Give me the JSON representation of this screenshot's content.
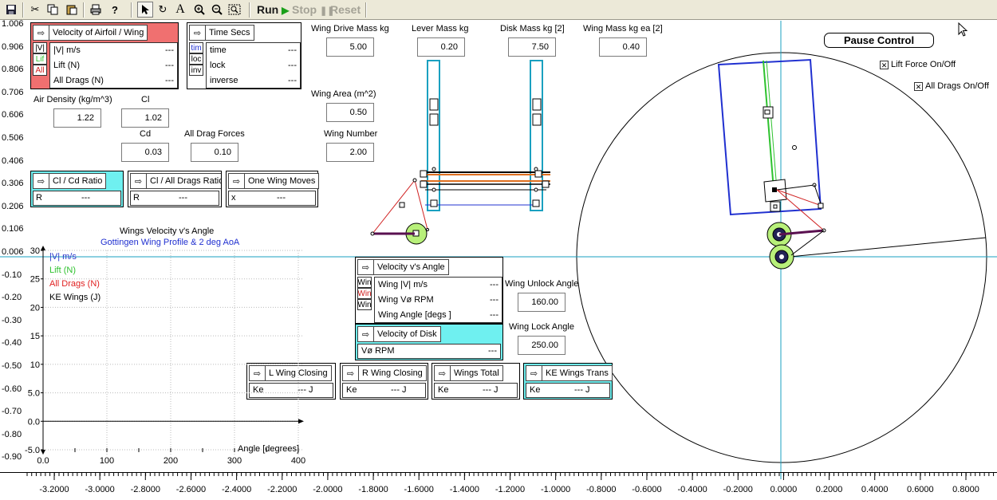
{
  "toolbar": {
    "icons": [
      "save-icon",
      "cut-icon",
      "copy-icon",
      "paste-icon",
      "print-icon",
      "help-icon",
      "pointer-icon",
      "rotate-icon",
      "text-icon",
      "zoom-in-icon",
      "zoom-out-icon",
      "zoom-fit-icon"
    ],
    "run": "Run",
    "stop": "Stop",
    "reset": "Reset"
  },
  "left_ruler": [
    "1.006",
    "0.906",
    "0.806",
    "0.706",
    "0.606",
    "0.506",
    "0.406",
    "0.306",
    "0.206",
    "0.106",
    "0.006",
    "-0.10",
    "-0.20",
    "-0.30",
    "-0.40",
    "-0.50",
    "-0.60",
    "-0.70",
    "-0.80",
    "-0.90"
  ],
  "airfoil_panel": {
    "title": "Velocity of Airfoil / Wing",
    "buttons": [
      "|V|",
      "Lif",
      "All"
    ],
    "rows": [
      {
        "label": "|V| m/s",
        "value": "---"
      },
      {
        "label": "Lift      (N)",
        "value": "---"
      },
      {
        "label": "All Drags   (N)",
        "value": "---"
      }
    ]
  },
  "time_panel": {
    "title": "Time Secs",
    "buttons": [
      "tim",
      "loc",
      "inv"
    ],
    "rows": [
      {
        "label": "time",
        "value": "---"
      },
      {
        "label": "lock",
        "value": "---"
      },
      {
        "label": "inverse",
        "value": "---"
      }
    ]
  },
  "params": {
    "air_density_label": "Air Density  (kg/m^3)",
    "air_density": "1.22",
    "cl_label": "Cl",
    "cl": "1.02",
    "cd_label": "Cd",
    "cd": "0.03",
    "all_drag_label": "All Drag Forces",
    "all_drag": "0.10",
    "wing_drive_mass_label": "Wing Drive Mass kg",
    "wing_drive_mass": "5.00",
    "lever_mass_label": "Lever Mass kg",
    "lever_mass": "0.20",
    "disk_mass_label": "Disk Mass kg [2]",
    "disk_mass": "7.50",
    "wing_mass_label": "Wing Mass kg ea [2]",
    "wing_mass": "0.40",
    "wing_area_label": "Wing Area  (m^2)",
    "wing_area": "0.50",
    "wing_number_label": "Wing Number",
    "wing_number": "2.00",
    "unlock_label": "Wing Unlock Angle",
    "unlock": "160.00",
    "lock_label": "Wing Lock Angle",
    "lock": "250.00"
  },
  "ratio_panels": [
    {
      "title": "Cl / Cd Ratio",
      "label": "R",
      "value": "---"
    },
    {
      "title": "Cl / All Drags Ratio",
      "label": "R",
      "value": "---"
    },
    {
      "title": "One Wing Moves",
      "label": "x",
      "value": "---"
    }
  ],
  "velocity_angle_panel": {
    "title": "Velocity v's Angle",
    "buttons": [
      "Win",
      "Win",
      "Win"
    ],
    "rows": [
      {
        "label": "Wing |V| m/s",
        "value": "---"
      },
      {
        "label": "Wing Vø RPM",
        "value": "---"
      },
      {
        "label": "Wing Angle [degs ]",
        "value": "---"
      }
    ]
  },
  "disk_panel": {
    "title": "Velocity of Disk",
    "row": {
      "label": "Vø RPM",
      "value": "---"
    }
  },
  "ke_panels": [
    {
      "title": "L Wing Closing",
      "label": "Ke",
      "value": "--- J"
    },
    {
      "title": "R Wing Closing",
      "label": "Ke",
      "value": "--- J"
    },
    {
      "title": "Wings Total",
      "label": "Ke",
      "value": "--- J"
    },
    {
      "title": "KE Wings Trans",
      "label": "Ke",
      "value": "--- J"
    }
  ],
  "chart_data": {
    "type": "line",
    "title": "Wings Velocity v's Angle",
    "subtitle": "Gottingen Wing Profile & 2 deg AoA",
    "xlabel": "Angle [degrees]",
    "xlim": [
      0,
      400
    ],
    "ylim": [
      -5,
      30
    ],
    "xticks": [
      "0.0",
      "100",
      "200",
      "300",
      "400"
    ],
    "yticks": [
      "30",
      "25",
      "20",
      "15",
      "10",
      "5.0",
      "0.0",
      "-5.0"
    ],
    "grid": true,
    "legend": [
      {
        "name": "|V| m/s",
        "color": "#2a35c9"
      },
      {
        "name": "Lift    (N)",
        "color": "#2ec22e"
      },
      {
        "name": "All Drags  (N)",
        "color": "#e02020"
      },
      {
        "name": "KE Wings  (J)",
        "color": "#000000"
      }
    ],
    "series": []
  },
  "pause_button": "Pause Control",
  "checkboxes": [
    {
      "label": "Lift Force On/Off",
      "checked": true
    },
    {
      "label": "All Drags On/Off",
      "checked": true
    }
  ],
  "bottom_ruler": [
    "-3.2000",
    "-3.0000",
    "-2.8000",
    "-2.6000",
    "-2.4000",
    "-2.2000",
    "-2.0000",
    "-1.8000",
    "-1.6000",
    "-1.4000",
    "-1.2000",
    "-1.0000",
    "-0.8000",
    "-0.6000",
    "-0.4000",
    "-0.2000",
    "0.0000",
    "0.2000",
    "0.4000",
    "0.6000",
    "0.8000"
  ],
  "colors": {
    "airfoil_bg": "#f07070",
    "cyan": "#6ff0f0",
    "axis_cyan": "#1aa0c0",
    "wing_blue": "#2030d0",
    "disk_green": "#b8f07a"
  }
}
